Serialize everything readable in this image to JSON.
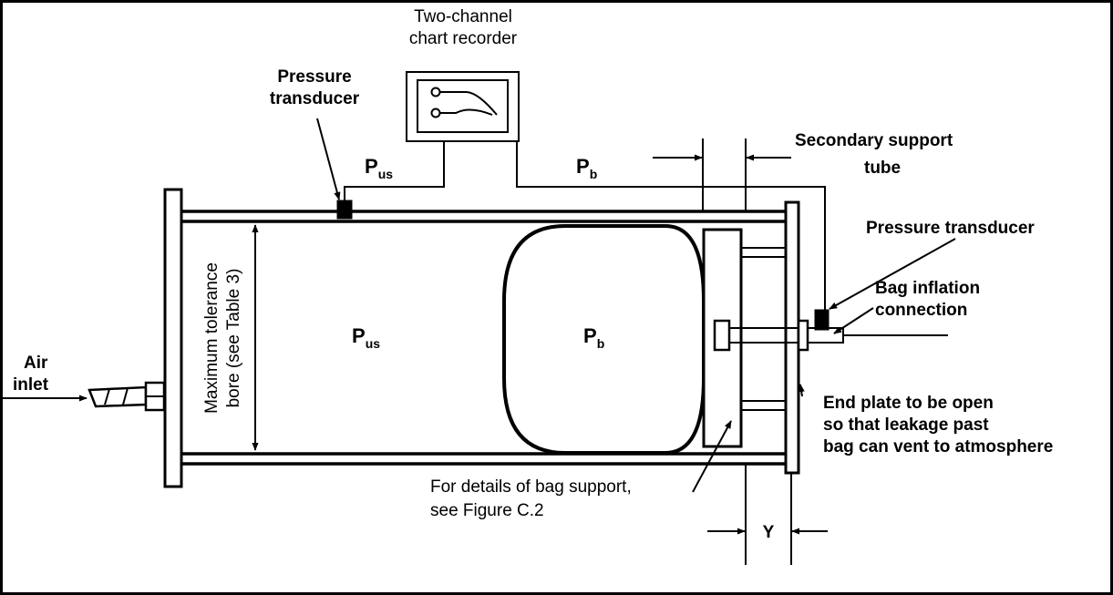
{
  "labels": {
    "recorder_line1": "Two-channel",
    "recorder_line2": "chart recorder",
    "pt_top_line1": "Pressure",
    "pt_top_line2": "transducer",
    "pus": "P",
    "pus_sub": "us",
    "pb": "P",
    "pb_sub": "b",
    "secondary_line1": "Secondary support",
    "secondary_line2": "tube",
    "pt_right": "Pressure transducer",
    "bag_inflation_line1": "Bag inflation",
    "bag_inflation_line2": "connection",
    "air_inlet_line1": "Air",
    "air_inlet_line2": "inlet",
    "bore_line1": "Maximum tolerance",
    "bore_line2": "bore (see Table 3)",
    "end_plate_line1": "End plate to be open",
    "end_plate_line2": "so that leakage past",
    "end_plate_line3": "bag can vent to atmosphere",
    "bag_support_line1": "For details of bag support,",
    "bag_support_line2": "see Figure C.2",
    "y_dim": "Y"
  }
}
